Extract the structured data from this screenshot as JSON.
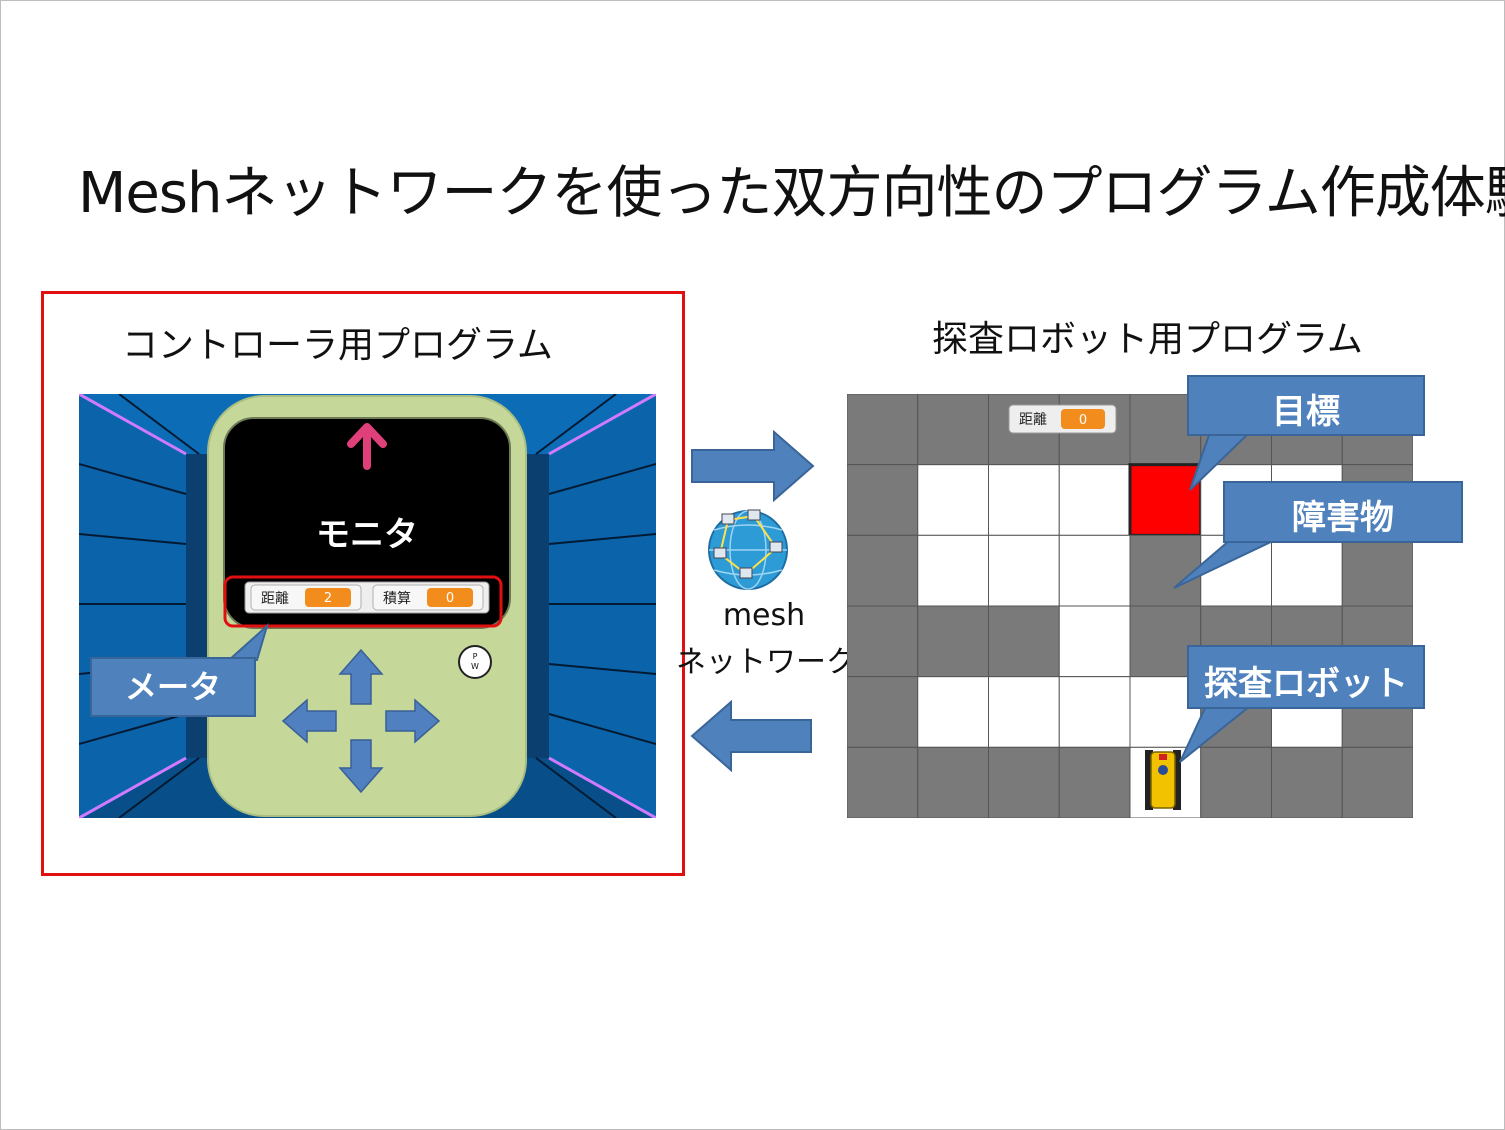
{
  "slide": {
    "title": "Meshネットワークを使った双方向性のプログラム作成体験"
  },
  "controller": {
    "heading": "コントローラ用プログラム",
    "monitor_label": "モニタ",
    "meter_callout": "メータ",
    "power_button": "P\nW",
    "meters": [
      {
        "label": "距離",
        "value": "2"
      },
      {
        "label": "積算",
        "value": "0"
      }
    ],
    "colors": {
      "screen_bg": "#0a5fa3",
      "device_body": "#c5d89a",
      "arrow_fill": "#5080c0",
      "monitor_bg": "#000000",
      "up_arrow": "#e0407a",
      "highlight": "#e01010"
    }
  },
  "network": {
    "label_line1": "mesh",
    "label_line2": "ネットワーク",
    "icon": "globe-network-icon"
  },
  "robot": {
    "heading": "探査ロボット用プログラム",
    "meter": {
      "label": "距離",
      "value": "0"
    },
    "callouts": {
      "goal": "目標",
      "obstacle": "障害物",
      "robot": "探査ロボット"
    },
    "colors": {
      "wall": "#7a7a7a",
      "floor": "#ffffff",
      "goal": "#ff0000",
      "robot_body": "#f2c200"
    }
  },
  "callout_color": "#4f81bd"
}
